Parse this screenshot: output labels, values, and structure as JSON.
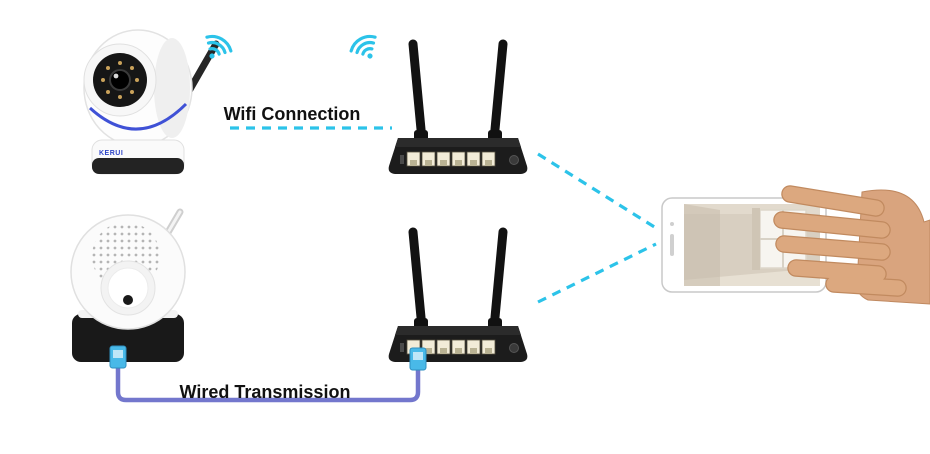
{
  "labels": {
    "wifi_connection": "Wifi Connection",
    "wired_transmission": "Wired Transmission",
    "camera_brand": "KERUI"
  },
  "icons": {
    "wifi_signal": "wifi-signal-arcs"
  },
  "colors": {
    "wireless_link": "#2cc3e9",
    "wired_cable": "#7377cd",
    "label_text": "#111111"
  }
}
